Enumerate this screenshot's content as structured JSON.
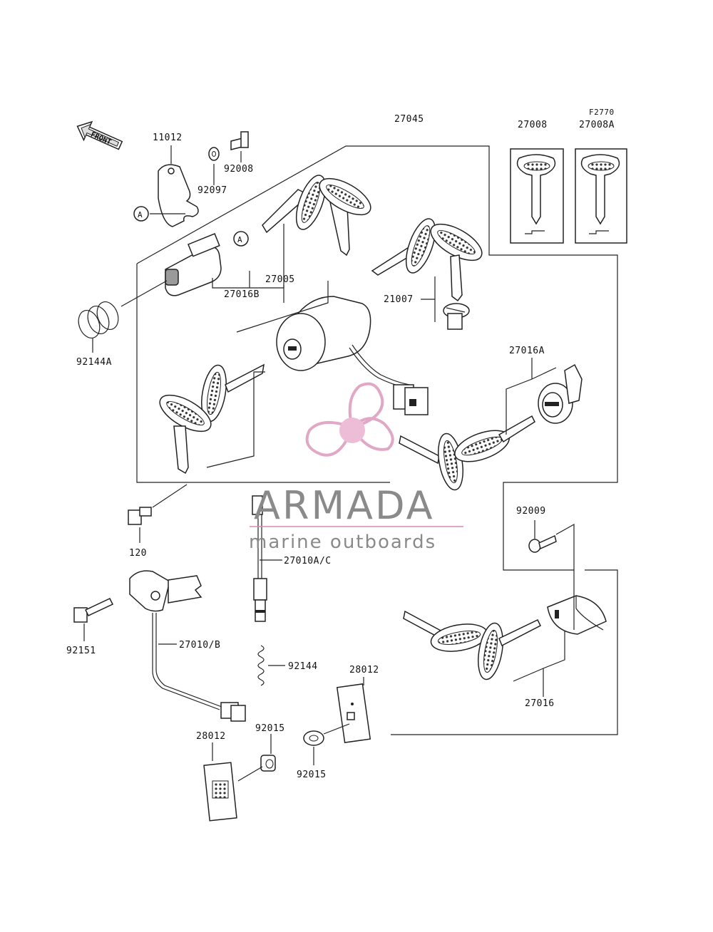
{
  "figure_code": "F2770",
  "front_label": "FRONT",
  "ref_marker": "A",
  "watermark": {
    "brand": "ARMADA",
    "tagline": "marine outboards",
    "brand_color": "#d88ab4",
    "text_color": "#8a8a8a"
  },
  "part_labels": {
    "p27045": "27045",
    "p27008": "27008",
    "p27008a": "27008A",
    "p11012": "11012",
    "p92008": "92008",
    "p92097": "92097",
    "p27005": "27005",
    "p27016b": "27016B",
    "p21007": "21007",
    "p92144a": "92144A",
    "p27016a": "27016A",
    "p120": "120",
    "p27010ac": "27010A/C",
    "p92009": "92009",
    "p92151": "92151",
    "p27010b": "27010/B",
    "p92144": "92144",
    "p28012a": "28012",
    "p28012b": "28012",
    "p92015a": "92015",
    "p92015b": "92015",
    "p27016": "27016"
  }
}
